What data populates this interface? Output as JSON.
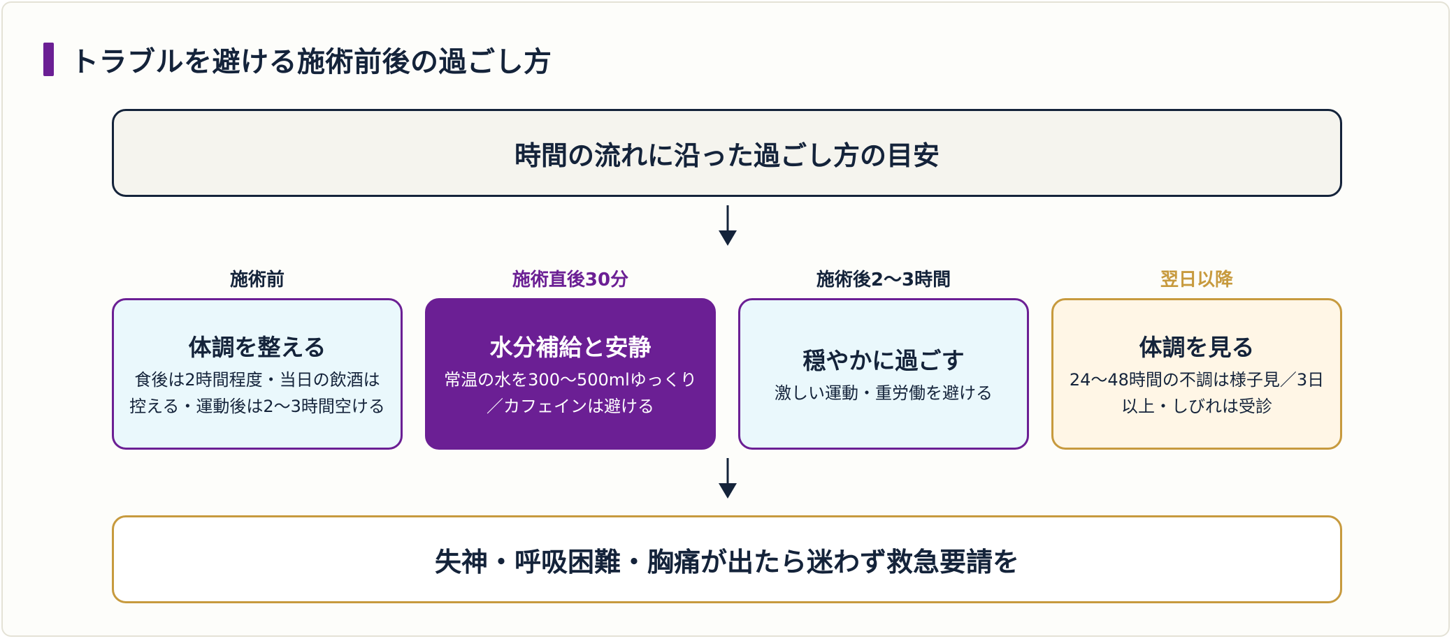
{
  "heading": {
    "title": "トラブルを避ける施術前後の過ごし方"
  },
  "flow": {
    "top_box": "時間の流れに沿った過ごし方の目安",
    "bottom_box": "失神・呼吸困難・胸痛が出たら迷わず救急要請を",
    "stages": [
      {
        "label": "施術前",
        "title": "体調を整える",
        "body": "食後は2時間程度・当日の飲酒は控える・運動後は2〜3時間空ける"
      },
      {
        "label": "施術直後30分",
        "title": "水分補給と安静",
        "body": "常温の水を300〜500mlゆっくり／カフェインは避ける"
      },
      {
        "label": "施術後2〜3時間",
        "title": "穏やかに過ごす",
        "body": "激しい運動・重労働を避ける"
      },
      {
        "label": "翌日以降",
        "title": "体調を見る",
        "body": "24〜48時間の不調は様子見／3日以上・しびれは受診"
      }
    ]
  },
  "colors": {
    "navy": "#14233a",
    "purple": "#6b1f94",
    "gold": "#c79a3e",
    "card_blue_bg": "#eaf8fc",
    "card_cream_bg": "#fff6e6"
  },
  "icons": {
    "heading_marker": "vertical-bar",
    "flow_arrow": "arrow-down-icon"
  }
}
